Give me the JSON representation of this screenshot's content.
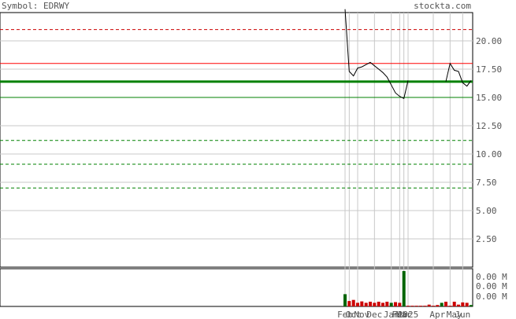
{
  "header": {
    "symbol_label": "Symbol: EDRWY",
    "brand": "stockta.com"
  },
  "colors": {
    "background": "#ffffff",
    "frame": "#000000",
    "grid": "#c8c8c8",
    "price_line": "#000000",
    "support_solid": "#008000",
    "support_thick": "#008000",
    "support_dashed": "#008000",
    "resistance_solid": "#ff0000",
    "resistance_dashed": "#cc0000",
    "volume_up": "#006400",
    "volume_down": "#cc0000",
    "text": "#555555"
  },
  "chart_data": {
    "type": "line",
    "title": "Symbol: EDRWY",
    "ylim": [
      0,
      22.5
    ],
    "y_ticks": [
      "20.00",
      "17.50",
      "15.00",
      "12.50",
      "10.00",
      "7.50",
      "5.00",
      "2.50"
    ],
    "y_tick_values": [
      20,
      17.5,
      15,
      12.5,
      10,
      7.5,
      5,
      2.5
    ],
    "x_tick_labels": [
      "Feb",
      "Oct",
      "Nov",
      "Dec",
      "Jan",
      "Feb",
      "Mar",
      "2025",
      "Apr",
      "May",
      "Jun"
    ],
    "gridlines": true,
    "price_series": {
      "name": "",
      "x": [
        0,
        1,
        2,
        3,
        4,
        5,
        6,
        7,
        8,
        9,
        10,
        11,
        12,
        13,
        14,
        15,
        16,
        17,
        18,
        19,
        20,
        21,
        22,
        23,
        24,
        25,
        26,
        27,
        28,
        29,
        30
      ],
      "values": [
        22.8,
        17.3,
        16.9,
        17.6,
        17.7,
        17.9,
        18.1,
        17.8,
        17.5,
        17.2,
        16.8,
        16.1,
        15.4,
        15.1,
        14.9,
        16.5,
        null,
        null,
        null,
        null,
        null,
        null,
        null,
        null,
        16.4,
        18.0,
        17.4,
        17.3,
        16.3,
        16.0,
        16.5
      ]
    },
    "horizontal_levels": [
      {
        "value": 21.0,
        "style": "dashed",
        "color": "resistance_dashed"
      },
      {
        "value": 18.0,
        "style": "solid",
        "color": "resistance_solid"
      },
      {
        "value": 16.4,
        "style": "thick",
        "color": "support_thick"
      },
      {
        "value": 15.0,
        "style": "solid",
        "color": "support_solid"
      },
      {
        "value": 11.2,
        "style": "dashed",
        "color": "support_dashed"
      },
      {
        "value": 9.1,
        "style": "dashed",
        "color": "support_dashed"
      },
      {
        "value": 7.0,
        "style": "dashed",
        "color": "support_dashed"
      }
    ],
    "volume": {
      "y_ticks": [
        "0.00 M",
        "0.00 M",
        "0.00 M"
      ],
      "ylim": [
        0,
        1
      ],
      "bars": [
        {
          "x": 0,
          "value": 0.34,
          "up": true
        },
        {
          "x": 1,
          "value": 0.15,
          "up": false
        },
        {
          "x": 2,
          "value": 0.18,
          "up": false
        },
        {
          "x": 3,
          "value": 0.1,
          "up": false
        },
        {
          "x": 4,
          "value": 0.14,
          "up": false
        },
        {
          "x": 5,
          "value": 0.1,
          "up": false
        },
        {
          "x": 6,
          "value": 0.13,
          "up": false
        },
        {
          "x": 7,
          "value": 0.1,
          "up": false
        },
        {
          "x": 8,
          "value": 0.13,
          "up": false
        },
        {
          "x": 9,
          "value": 0.1,
          "up": false
        },
        {
          "x": 10,
          "value": 0.13,
          "up": false
        },
        {
          "x": 11,
          "value": 0.1,
          "up": true
        },
        {
          "x": 12,
          "value": 0.12,
          "up": false
        },
        {
          "x": 13,
          "value": 0.1,
          "up": false
        },
        {
          "x": 14,
          "value": 0.98,
          "up": true
        },
        {
          "x": 15,
          "value": 0.02,
          "up": false
        },
        {
          "x": 16,
          "value": 0.02,
          "up": false
        },
        {
          "x": 17,
          "value": 0.02,
          "up": false
        },
        {
          "x": 18,
          "value": 0.02,
          "up": false
        },
        {
          "x": 19,
          "value": 0.02,
          "up": false
        },
        {
          "x": 20,
          "value": 0.05,
          "up": false
        },
        {
          "x": 21,
          "value": 0.02,
          "up": false
        },
        {
          "x": 22,
          "value": 0.04,
          "up": false
        },
        {
          "x": 23,
          "value": 0.1,
          "up": true
        },
        {
          "x": 24,
          "value": 0.13,
          "up": false
        },
        {
          "x": 25,
          "value": 0.02,
          "up": false
        },
        {
          "x": 26,
          "value": 0.13,
          "up": false
        },
        {
          "x": 27,
          "value": 0.05,
          "up": false
        },
        {
          "x": 28,
          "value": 0.11,
          "up": false
        },
        {
          "x": 29,
          "value": 0.1,
          "up": false
        },
        {
          "x": 30,
          "value": 0.04,
          "up": true
        }
      ]
    }
  }
}
